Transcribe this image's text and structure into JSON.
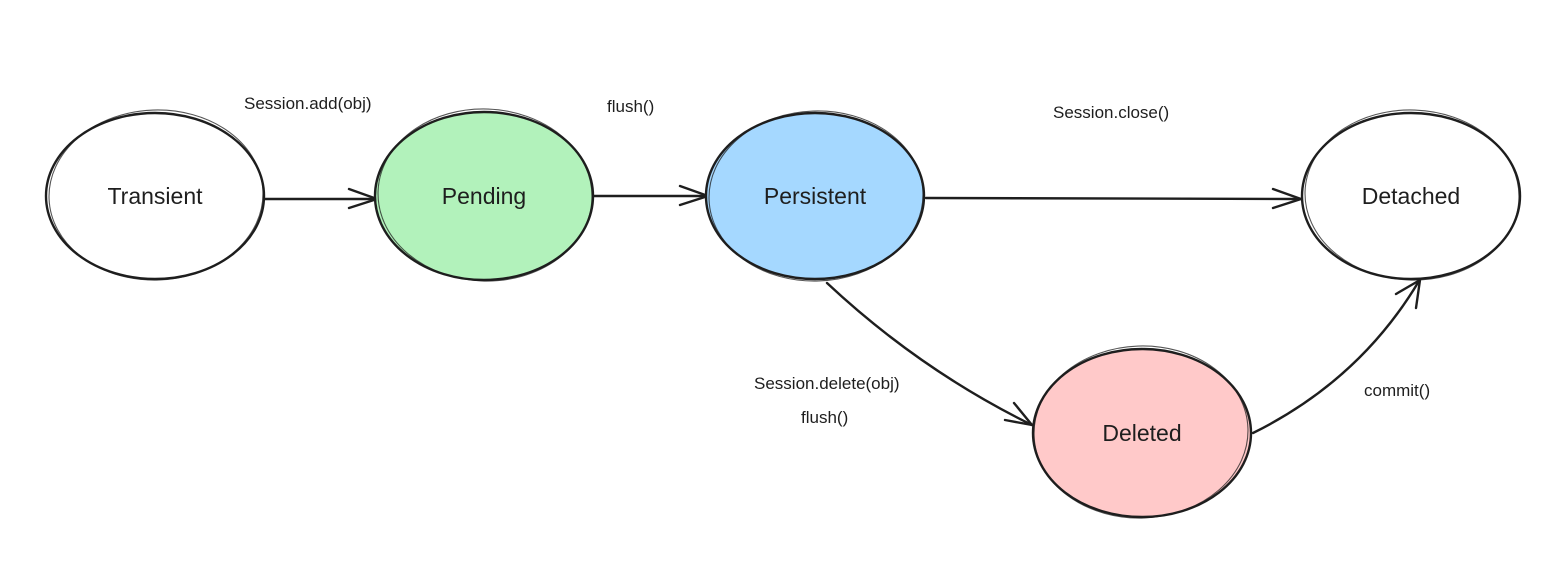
{
  "diagram": {
    "states": {
      "transient": {
        "label": "Transient",
        "fill": "#ffffff"
      },
      "pending": {
        "label": "Pending",
        "fill": "#b2f2bb"
      },
      "persistent": {
        "label": "Persistent",
        "fill": "#a5d8ff"
      },
      "detached": {
        "label": "Detached",
        "fill": "#ffffff"
      },
      "deleted": {
        "label": "Deleted",
        "fill": "#ffc9c9"
      }
    },
    "transitions": {
      "add": {
        "label": "Session.add(obj)"
      },
      "flush": {
        "label": "flush()"
      },
      "close": {
        "label": "Session.close()"
      },
      "delete": {
        "label": "Session.delete(obj)",
        "label2": "flush()"
      },
      "commit": {
        "label": "commit()"
      }
    },
    "stroke_color": "#1e1e1e"
  }
}
